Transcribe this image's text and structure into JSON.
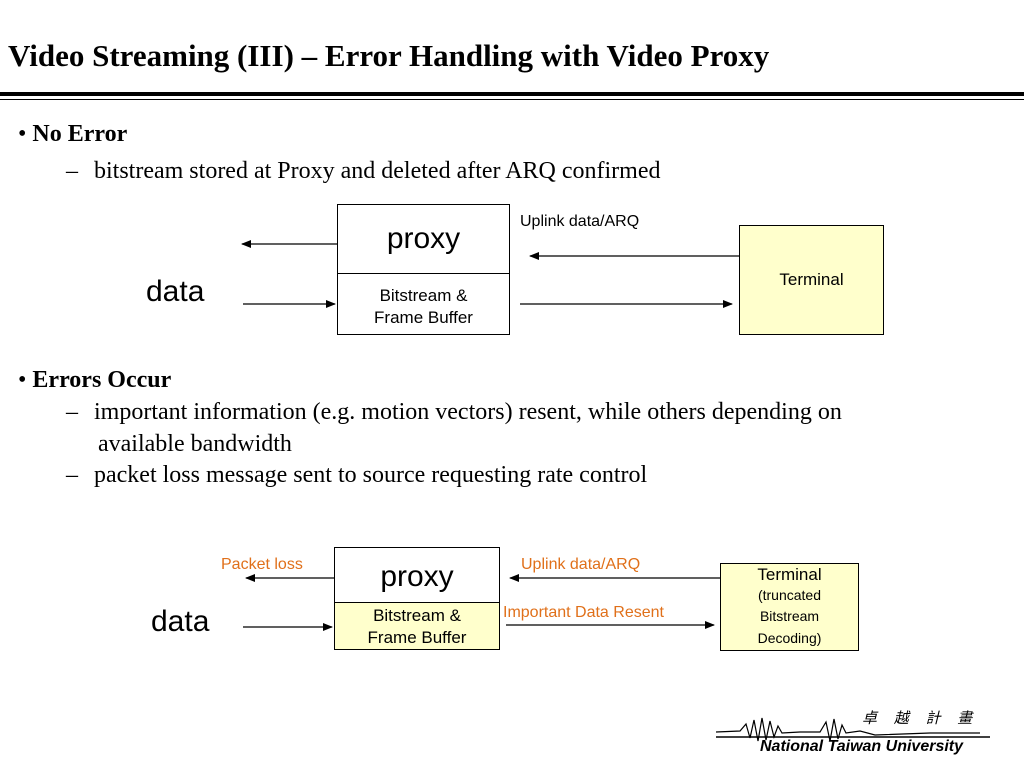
{
  "title": "Video Streaming (III) – Error Handling with Video Proxy",
  "section1": {
    "bullet": "No Error",
    "items": [
      "bitstream stored at Proxy and deleted after ARQ confirmed"
    ]
  },
  "diagram1": {
    "data_label": "data",
    "proxy": "proxy",
    "buffer_line1": "Bitstream &",
    "buffer_line2": "Frame Buffer",
    "terminal": "Terminal",
    "uplink": "Uplink data/ARQ"
  },
  "section2": {
    "bullet": "Errors Occur",
    "items": [
      "important information (e.g. motion vectors) resent, while others depending on",
      "available bandwidth",
      "packet loss message sent to source requesting rate control"
    ]
  },
  "diagram2": {
    "data_label": "data",
    "proxy": "proxy",
    "buffer_line1": "Bitstream &",
    "buffer_line2": "Frame Buffer",
    "terminal_line1": "Terminal",
    "terminal_line2": "(truncated",
    "terminal_line3": "Bitstream",
    "terminal_line4": "Decoding)",
    "packet_loss": "Packet loss",
    "uplink": "Uplink data/ARQ",
    "resent": "Important Data Resent"
  },
  "footer": {
    "chinese": "卓 越 計 畫",
    "university": "National Taiwan University"
  },
  "colors": {
    "terminal_fill": "#ffffcc",
    "orange_label": "#e0701a"
  }
}
